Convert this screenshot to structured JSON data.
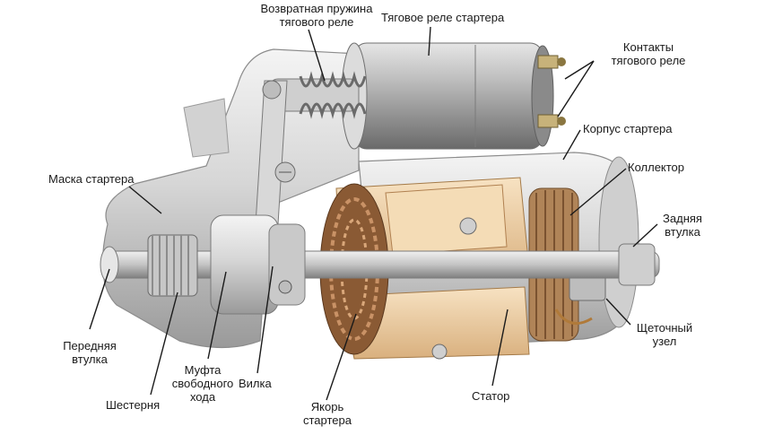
{
  "labels": {
    "return_spring": "Возвратная пружина\nтягового реле",
    "solenoid": "Тяговое реле стартера",
    "solenoid_contacts": "Контакты\nтягового реле",
    "housing": "Корпус стартера",
    "collector": "Коллектор",
    "rear_bushing": "Задняя\nвтулка",
    "brush_unit": "Щеточный\nузел",
    "stator": "Статор",
    "armature": "Якорь\nстартера",
    "fork": "Вилка",
    "clutch": "Муфта\nсвободного\nхода",
    "gear": "Шестерня",
    "front_bushing": "Передняя\nвтулка",
    "front_cover": "Маска стартера"
  },
  "colors": {
    "metal": "#d9d9d9",
    "metal_dark": "#8c8c8c",
    "copper": "#b0784a",
    "winding": "#f0d2a6",
    "leader": "#1a1a1a"
  }
}
